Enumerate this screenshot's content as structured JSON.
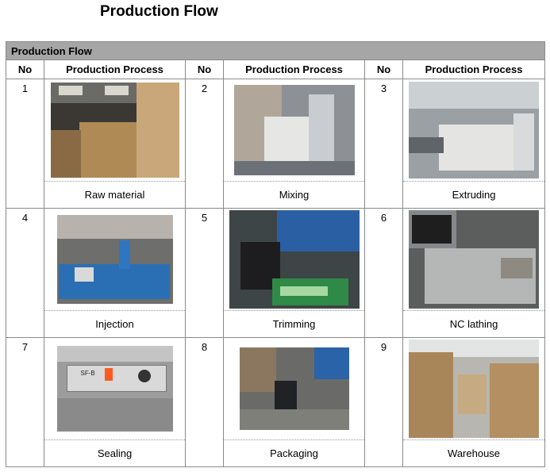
{
  "title": "Production Flow",
  "table": {
    "section_header": "Production Flow",
    "col_no": "No",
    "col_process": "Production Process"
  },
  "steps": [
    {
      "no": "1",
      "label": "Raw material",
      "photo": "raw-material-photo"
    },
    {
      "no": "2",
      "label": "Mixing",
      "photo": "mixing-photo"
    },
    {
      "no": "3",
      "label": "Extruding",
      "photo": "extruding-photo"
    },
    {
      "no": "4",
      "label": "Injection",
      "photo": "injection-photo"
    },
    {
      "no": "5",
      "label": "Trimming",
      "photo": "trimming-photo"
    },
    {
      "no": "6",
      "label": "NC lathing",
      "photo": "nc-lathing-photo"
    },
    {
      "no": "7",
      "label": "Sealing",
      "photo": "sealing-photo"
    },
    {
      "no": "8",
      "label": "Packaging",
      "photo": "packaging-photo"
    },
    {
      "no": "9",
      "label": "Warehouse",
      "photo": "warehouse-photo"
    }
  ],
  "sealer_label": "SF-B"
}
